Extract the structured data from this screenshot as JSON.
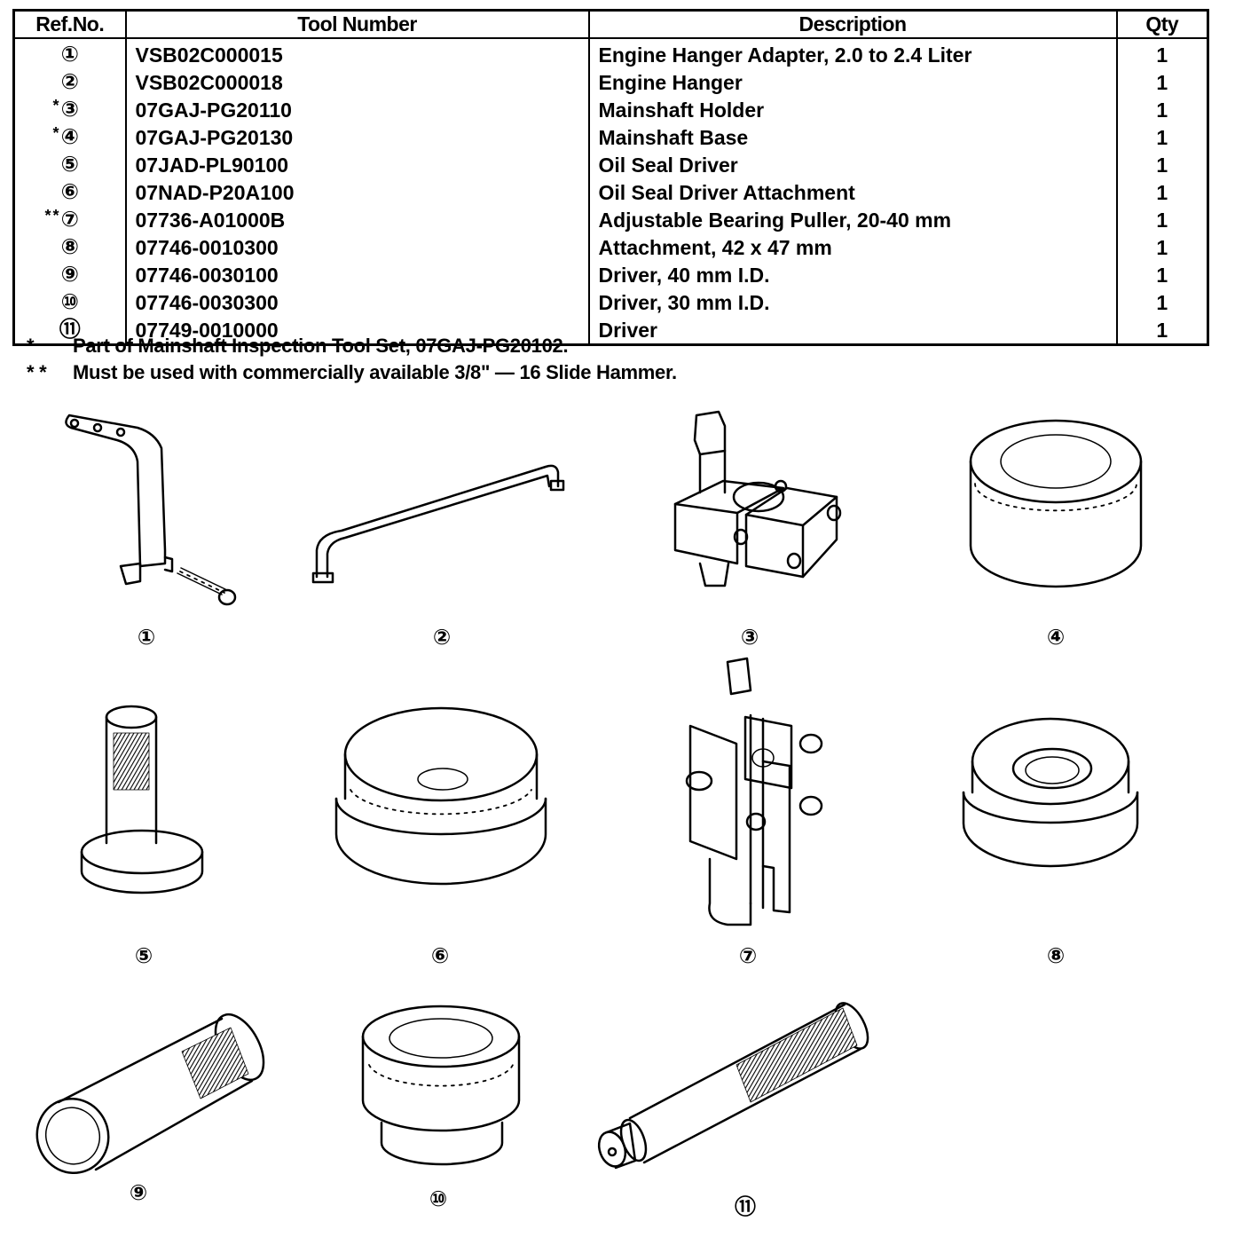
{
  "table": {
    "headers": {
      "ref": "Ref.No.",
      "tool": "Tool Number",
      "desc": "Description",
      "qty": "Qty"
    },
    "rows": [
      {
        "marker": "",
        "ref": "①",
        "tool": "VSB02C000015",
        "desc": "Engine Hanger Adapter, 2.0 to 2.4 Liter",
        "qty": "1"
      },
      {
        "marker": "",
        "ref": "②",
        "tool": "VSB02C000018",
        "desc": "Engine Hanger",
        "qty": "1"
      },
      {
        "marker": "*",
        "ref": "③",
        "tool": "07GAJ-PG20110",
        "desc": "Mainshaft Holder",
        "qty": "1"
      },
      {
        "marker": "*",
        "ref": "④",
        "tool": "07GAJ-PG20130",
        "desc": "Mainshaft Base",
        "qty": "1"
      },
      {
        "marker": "",
        "ref": "⑤",
        "tool": "07JAD-PL90100",
        "desc": "Oil Seal Driver",
        "qty": "1"
      },
      {
        "marker": "",
        "ref": "⑥",
        "tool": "07NAD-P20A100",
        "desc": "Oil Seal Driver Attachment",
        "qty": "1"
      },
      {
        "marker": "**",
        "ref": "⑦",
        "tool": "07736-A01000B",
        "desc": "Adjustable Bearing Puller, 20-40 mm",
        "qty": "1"
      },
      {
        "marker": "",
        "ref": "⑧",
        "tool": "07746-0010300",
        "desc": "Attachment, 42 x 47 mm",
        "qty": "1"
      },
      {
        "marker": "",
        "ref": "⑨",
        "tool": "07746-0030100",
        "desc": "Driver, 40 mm I.D.",
        "qty": "1"
      },
      {
        "marker": "",
        "ref": "⑩",
        "tool": "07746-0030300",
        "desc": "Driver, 30 mm I.D.",
        "qty": "1"
      },
      {
        "marker": "",
        "ref": "⑪",
        "tool": "07749-0010000",
        "desc": "Driver",
        "qty": "1"
      }
    ]
  },
  "footnotes": [
    {
      "symbol": "*",
      "text": "Part of Mainshaft Inspection Tool Set, 07GAJ-PG20102."
    },
    {
      "symbol": "* *",
      "text": "Must be used with commercially available 3/8\" — 16 Slide Hammer."
    }
  ],
  "captions": [
    "①",
    "②",
    "③",
    "④",
    "⑤",
    "⑥",
    "⑦",
    "⑧",
    "⑨",
    "⑩",
    "⑪"
  ]
}
